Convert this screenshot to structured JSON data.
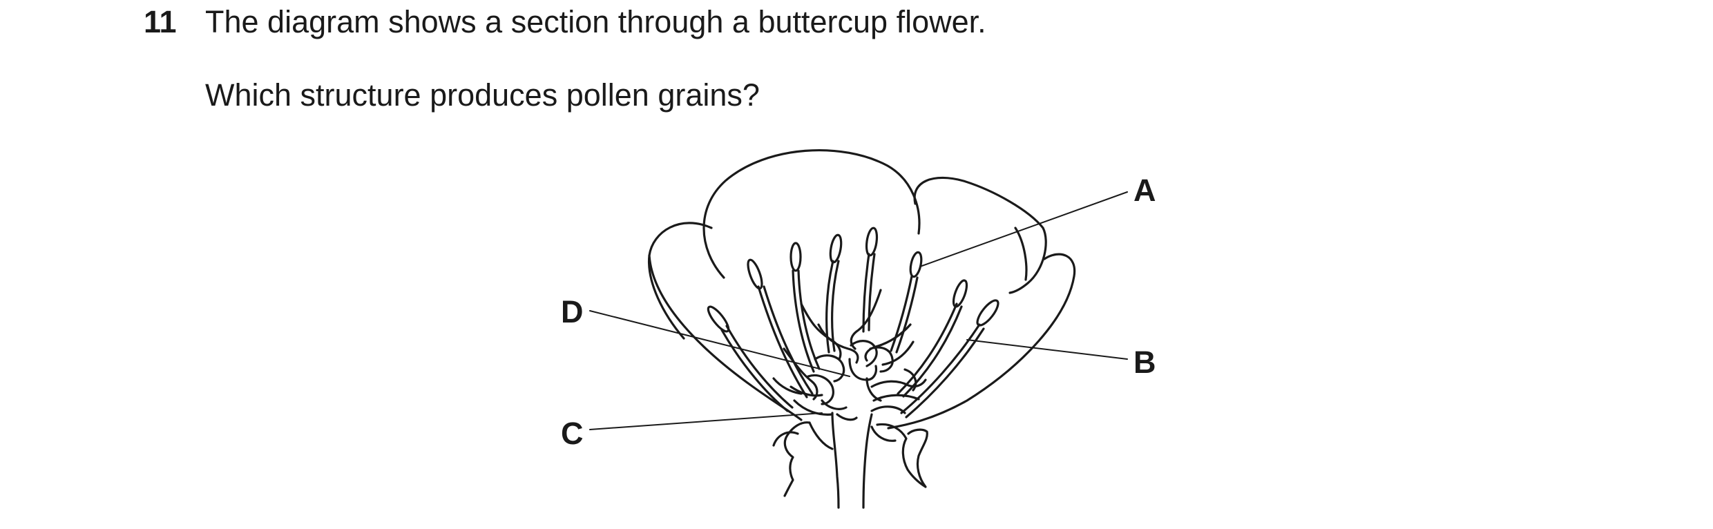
{
  "question": {
    "number": "11",
    "stem": "The diagram shows a section through a buttercup flower.",
    "prompt": "Which structure produces pollen grains?"
  },
  "diagram": {
    "labels": {
      "a": "A",
      "b": "B",
      "c": "C",
      "d": "D"
    }
  }
}
